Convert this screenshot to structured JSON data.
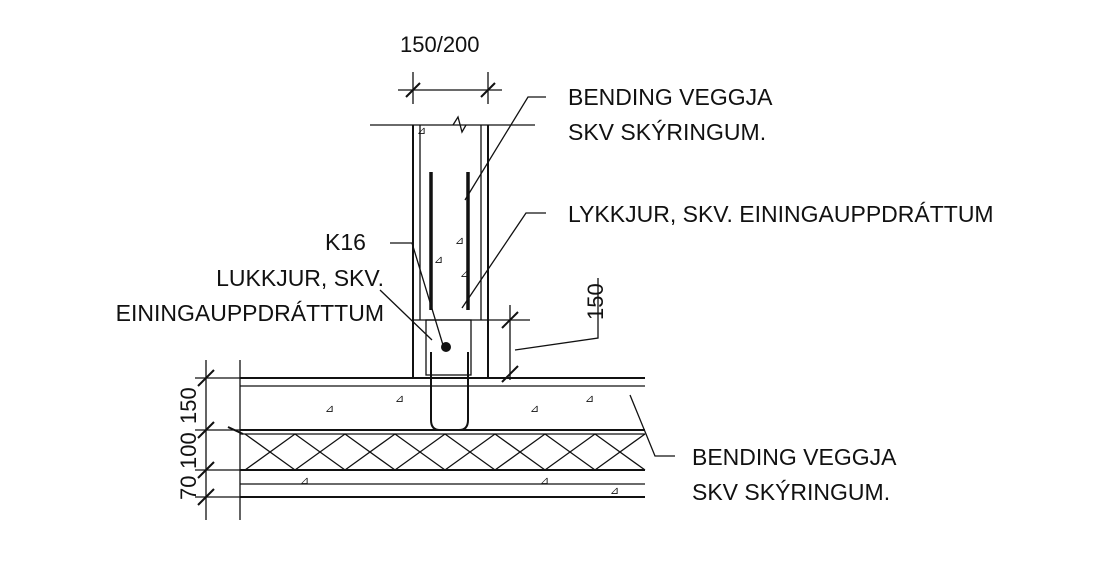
{
  "dimensions": {
    "wall_width": "150/200",
    "edge_step": "150",
    "slab_layers": [
      "150",
      "100",
      "70"
    ]
  },
  "callouts": {
    "wall_reinforcement": {
      "line1": "BENDING VEGGJA",
      "line2": "SKV SKÝRINGUM."
    },
    "stirrups_unit": "LYKKJUR, SKV. EININGAUPPDRÁTTUM",
    "bar_mark": "K16",
    "closed_loops": {
      "line1": "LUKKJUR, SKV.",
      "line2": "EININGAUPPDRÁTTTUM"
    },
    "slab_reinforcement": {
      "line1": "BENDING VEGGJA",
      "line2": "SKV SKÝRINGUM."
    }
  }
}
